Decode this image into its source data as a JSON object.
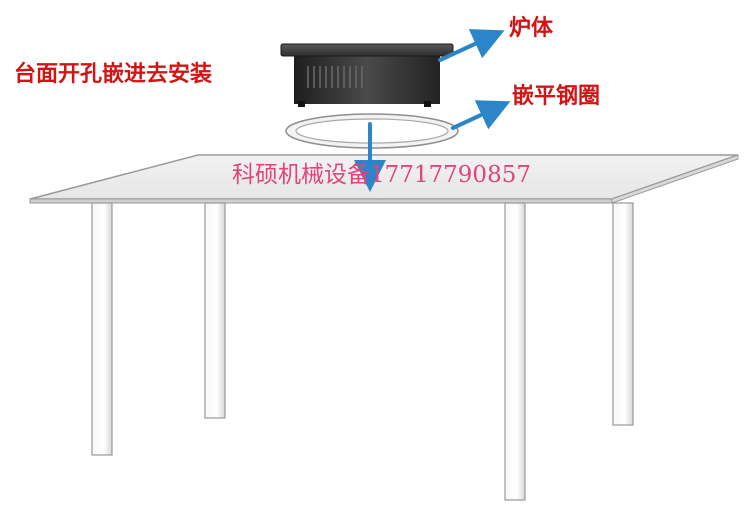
{
  "labels": {
    "install_method": "台面开孔嵌进去安装",
    "stove_body": "炉体",
    "steel_ring": "嵌平钢圈"
  },
  "watermark": "科硕机械设备17717790857",
  "colors": {
    "label_text": "#d21414",
    "watermark_text": "#e0457a",
    "arrow": "#2a86c8",
    "stove_top": "#3a3a3a",
    "stove_body": "#2b2b2b",
    "table_top": "#f4f4f4",
    "table_edge": "#9a9a9a",
    "ring": "#d8d8d8"
  }
}
